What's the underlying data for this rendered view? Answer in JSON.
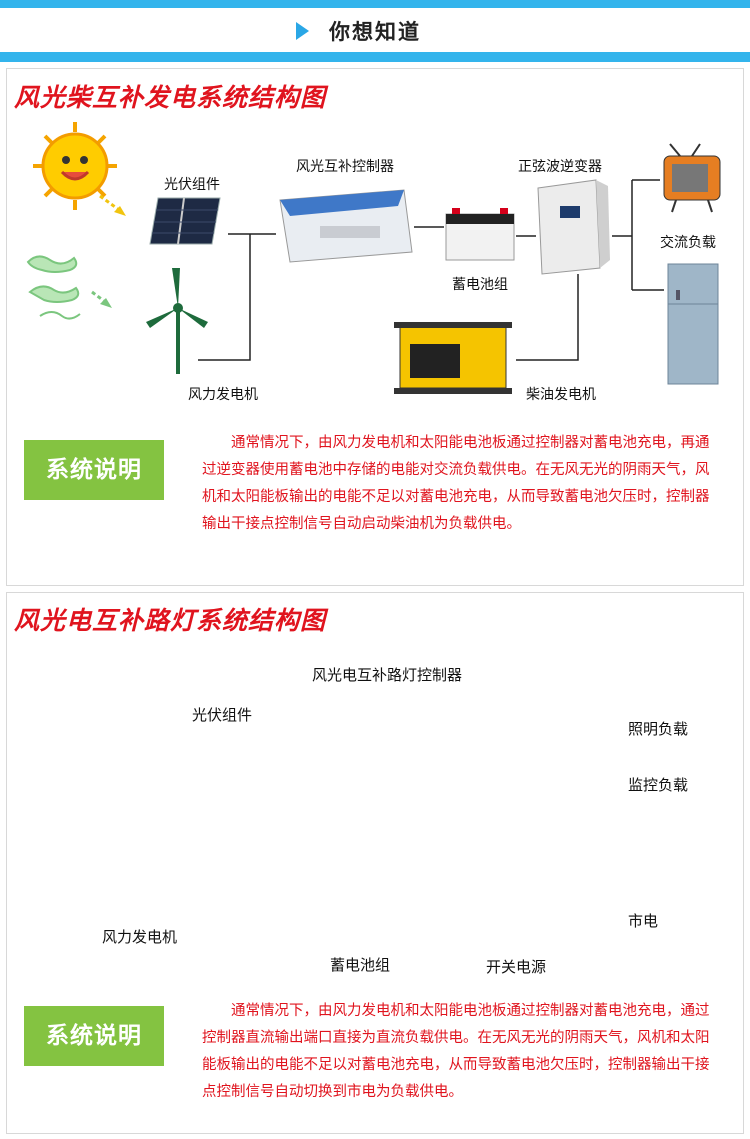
{
  "header": {
    "title": "你想知道"
  },
  "section1": {
    "title": "风光柴互补发电系统结构图",
    "labels": {
      "pv": "光伏组件",
      "controller": "风光互补控制器",
      "inverter": "正弦波逆变器",
      "ac_load": "交流负载",
      "battery": "蓄电池组",
      "wind": "风力发电机",
      "diesel": "柴油发电机"
    },
    "badge": "系统说明",
    "description": "通常情况下，由风力发电机和太阳能电池板通过控制器对蓄电池充电，再通过逆变器使用蓄电池中存储的电能对交流负载供电。在无风无光的阴雨天气，风机和太阳能板输出的电能不足以对蓄电池充电，从而导致蓄电池欠压时，控制器输出干接点控制信号自动启动柴油机为负载供电。"
  },
  "section2": {
    "title": "风光电互补路灯系统结构图",
    "labels": {
      "controller": "风光电互补路灯控制器",
      "pv": "光伏组件",
      "lighting": "照明负载",
      "monitor": "监控负载",
      "wind": "风力发电机",
      "grid": "市电",
      "battery": "蓄电池组",
      "psu": "开关电源"
    },
    "badge": "系统说明",
    "description": "通常情况下，由风力发电机和太阳能电池板通过控制器对蓄电池充电，通过控制器直流输出端口直接为直流负载供电。在无风无光的阴雨天气，风机和太阳能板输出的电能不足以对蓄电池充电，从而导致蓄电池欠压时，控制器输出干接点控制信号自动切换到市电为负载供电。"
  }
}
